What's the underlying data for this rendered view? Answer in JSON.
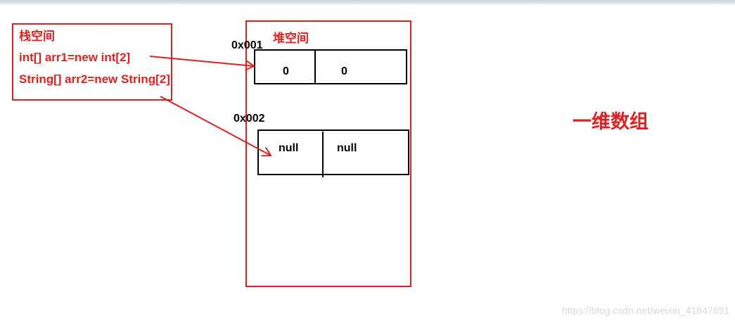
{
  "colors": {
    "accent": "#e02020",
    "ink": "#000000",
    "watermark": "#d9d9d9"
  },
  "stack": {
    "title": "栈空间",
    "line1": "int[] arr1=new int[2]",
    "line2": "String[] arr2=new String[2]"
  },
  "heap": {
    "title": "堆空间",
    "array1": {
      "address": "0x001",
      "cells": [
        "0",
        "0"
      ]
    },
    "array2": {
      "address": "0x002",
      "cells": [
        "null",
        "null"
      ]
    }
  },
  "caption": "一维数组",
  "watermark": "https://blog.csdn.net/weixin_41847891"
}
